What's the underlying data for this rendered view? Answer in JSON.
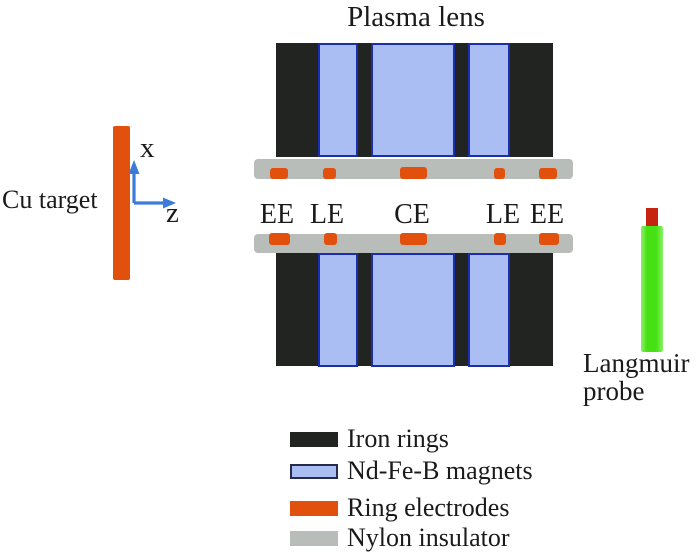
{
  "title": "Plasma lens",
  "colors": {
    "background": "#ffffff",
    "text": "#1a1a1a",
    "iron": "#212421",
    "magnet": "#abbef3",
    "magnetBorder": "#1b2fae",
    "electrode": "#e2500e",
    "insulator": "#b9bdb9",
    "target": "#e2500e",
    "probeBody": "#46e112",
    "probeBodyEdge": "#8df06a",
    "probeTip": "#c62310",
    "axis": "#3c7cd8"
  },
  "target": {
    "label": "Cu target"
  },
  "axes": {
    "x_label": "x",
    "z_label": "z"
  },
  "lens": {
    "electrode_labels": [
      "EE",
      "LE",
      "CE",
      "LE",
      "EE"
    ]
  },
  "probe": {
    "label_line1": "Langmuir",
    "label_line2": "probe"
  },
  "legend": {
    "items": [
      {
        "label": "Iron rings",
        "color": "#212421"
      },
      {
        "label": "Nd-Fe-B magnets",
        "color": "#abbef3"
      },
      {
        "label": "Ring electrodes",
        "color": "#e2500e"
      },
      {
        "label": "Nylon insulator",
        "color": "#b9bdb9"
      }
    ]
  }
}
